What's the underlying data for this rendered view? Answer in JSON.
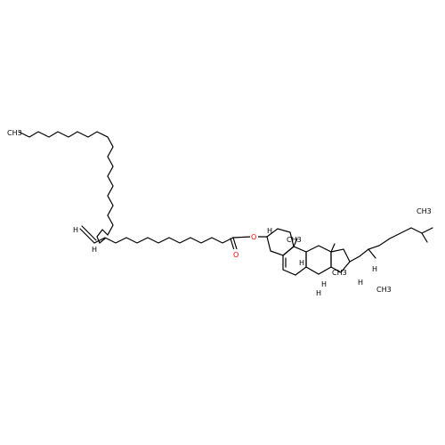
{
  "diagram": {
    "type": "skeletal-structure",
    "atom_labels": {
      "ch3_tail": "CH3",
      "h_alkene_left": "H",
      "h_alkene_right": "H",
      "o_ester": "O",
      "o_carbonyl": "O",
      "h_c3": "H",
      "ch3_c10": "CH3",
      "h_c9": "H",
      "h_c8": "H",
      "h_c14": "H",
      "ch3_c13": "CH3",
      "h_c17": "H",
      "h_c20": "H",
      "ch3_c21": "CH3",
      "ch3_c26": "CH3"
    },
    "colors": {
      "bond": "#000000",
      "oxygen": "#ff0000",
      "text": "#000000"
    }
  }
}
